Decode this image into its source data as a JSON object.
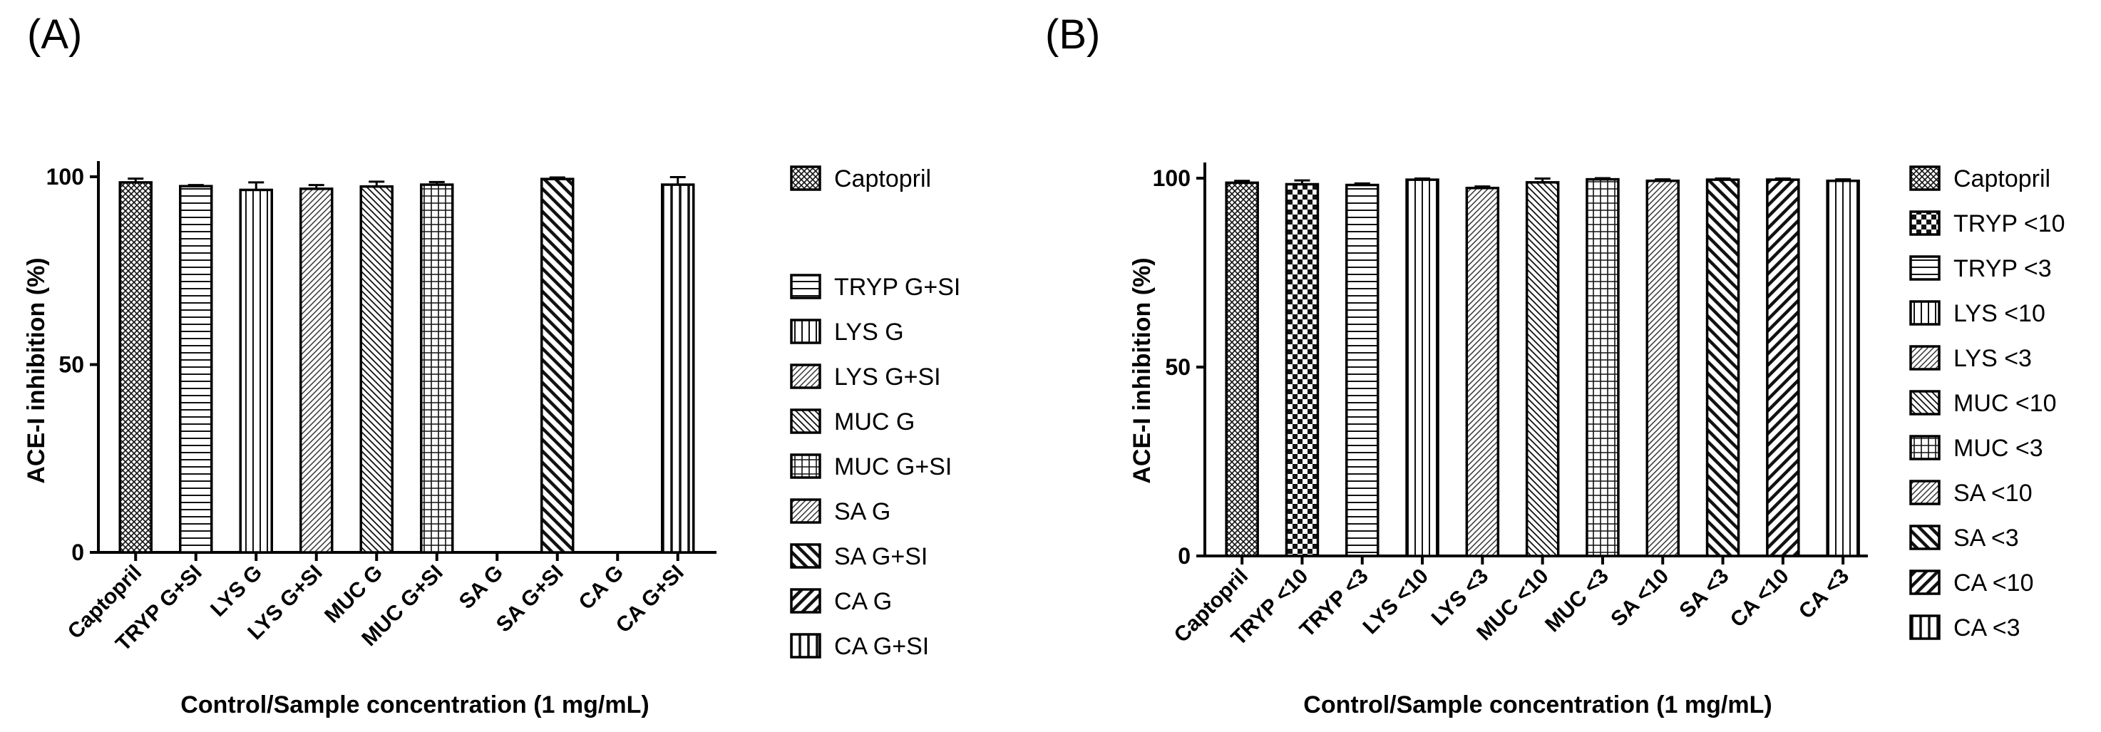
{
  "chart_data": [
    {
      "panel_label": "(A)",
      "type": "bar",
      "ylabel": "ACE-I inhibition (%)",
      "xlabel": "Control/Sample concentration (1 mg/mL)",
      "ylim": [
        0,
        100
      ],
      "yticks": [
        "0",
        "50",
        "100"
      ],
      "grid": false,
      "legend_position": "right",
      "categories": [
        "Captopril",
        "TRYP G+SI",
        "LYS G",
        "LYS G+SI",
        "MUC G",
        "MUC G+SI",
        "SA G",
        "SA G+SI",
        "CA G",
        "CA G+SI"
      ],
      "values": [
        98.5,
        97.5,
        96.5,
        96.8,
        97.4,
        97.9,
        null,
        99.4,
        null,
        97.9
      ],
      "errors": [
        1.0,
        0.3,
        2.0,
        1.0,
        1.3,
        0.7,
        null,
        0.4,
        null,
        2.0
      ],
      "patterns": [
        "crosshatch",
        "horizontal",
        "vertical",
        "diag-fine",
        "diag-back",
        "grid",
        "diag-fine",
        "diag-back-bold",
        "diag-bold",
        "vertical-bold"
      ],
      "legend": [
        {
          "label": "Captopril",
          "pattern": "crosshatch"
        },
        {
          "label": "TRYP G+SI",
          "pattern": "horizontal"
        },
        {
          "label": "LYS G",
          "pattern": "vertical"
        },
        {
          "label": "LYS G+SI",
          "pattern": "diag-fine"
        },
        {
          "label": "MUC G",
          "pattern": "diag-back"
        },
        {
          "label": "MUC G+SI",
          "pattern": "grid"
        },
        {
          "label": "SA G",
          "pattern": "diag-fine"
        },
        {
          "label": "SA G+SI",
          "pattern": "diag-back-bold"
        },
        {
          "label": "CA G",
          "pattern": "diag-bold"
        },
        {
          "label": "CA G+SI",
          "pattern": "vertical-bold"
        }
      ]
    },
    {
      "panel_label": "(B)",
      "type": "bar",
      "ylabel": "ACE-I inhibition (%)",
      "xlabel": "Control/Sample concentration (1 mg/mL)",
      "ylim": [
        0,
        100
      ],
      "yticks": [
        "0",
        "50",
        "100"
      ],
      "grid": false,
      "legend_position": "right",
      "categories": [
        "Captopril",
        "TRYP <10",
        "TRYP <3",
        "LYS <10",
        "LYS <3",
        "MUC <10",
        "MUC <3",
        "SA <10",
        "SA <3",
        "CA <10",
        "CA <3"
      ],
      "values": [
        98.8,
        98.4,
        98.2,
        99.6,
        97.4,
        98.9,
        99.7,
        99.3,
        99.6,
        99.6,
        99.3
      ],
      "errors": [
        0.5,
        1.0,
        0.4,
        0.3,
        0.4,
        1.0,
        0.3,
        0.4,
        0.3,
        0.3,
        0.4
      ],
      "patterns": [
        "crosshatch",
        "checker",
        "horizontal",
        "vertical",
        "diag-fine",
        "diag-back",
        "grid",
        "diag-fine",
        "diag-back-bold",
        "diag-bold",
        "vertical"
      ],
      "legend": [
        {
          "label": "Captopril",
          "pattern": "crosshatch"
        },
        {
          "label": "TRYP <10",
          "pattern": "checker"
        },
        {
          "label": "TRYP <3",
          "pattern": "horizontal"
        },
        {
          "label": "LYS <10",
          "pattern": "vertical"
        },
        {
          "label": "LYS <3",
          "pattern": "diag-fine"
        },
        {
          "label": "MUC <10",
          "pattern": "diag-back"
        },
        {
          "label": "MUC <3",
          "pattern": "grid"
        },
        {
          "label": "SA <10",
          "pattern": "diag-fine"
        },
        {
          "label": "SA <3",
          "pattern": "diag-back-bold"
        },
        {
          "label": "CA <10",
          "pattern": "diag-bold"
        },
        {
          "label": "CA <3",
          "pattern": "vertical-bold"
        }
      ]
    }
  ]
}
